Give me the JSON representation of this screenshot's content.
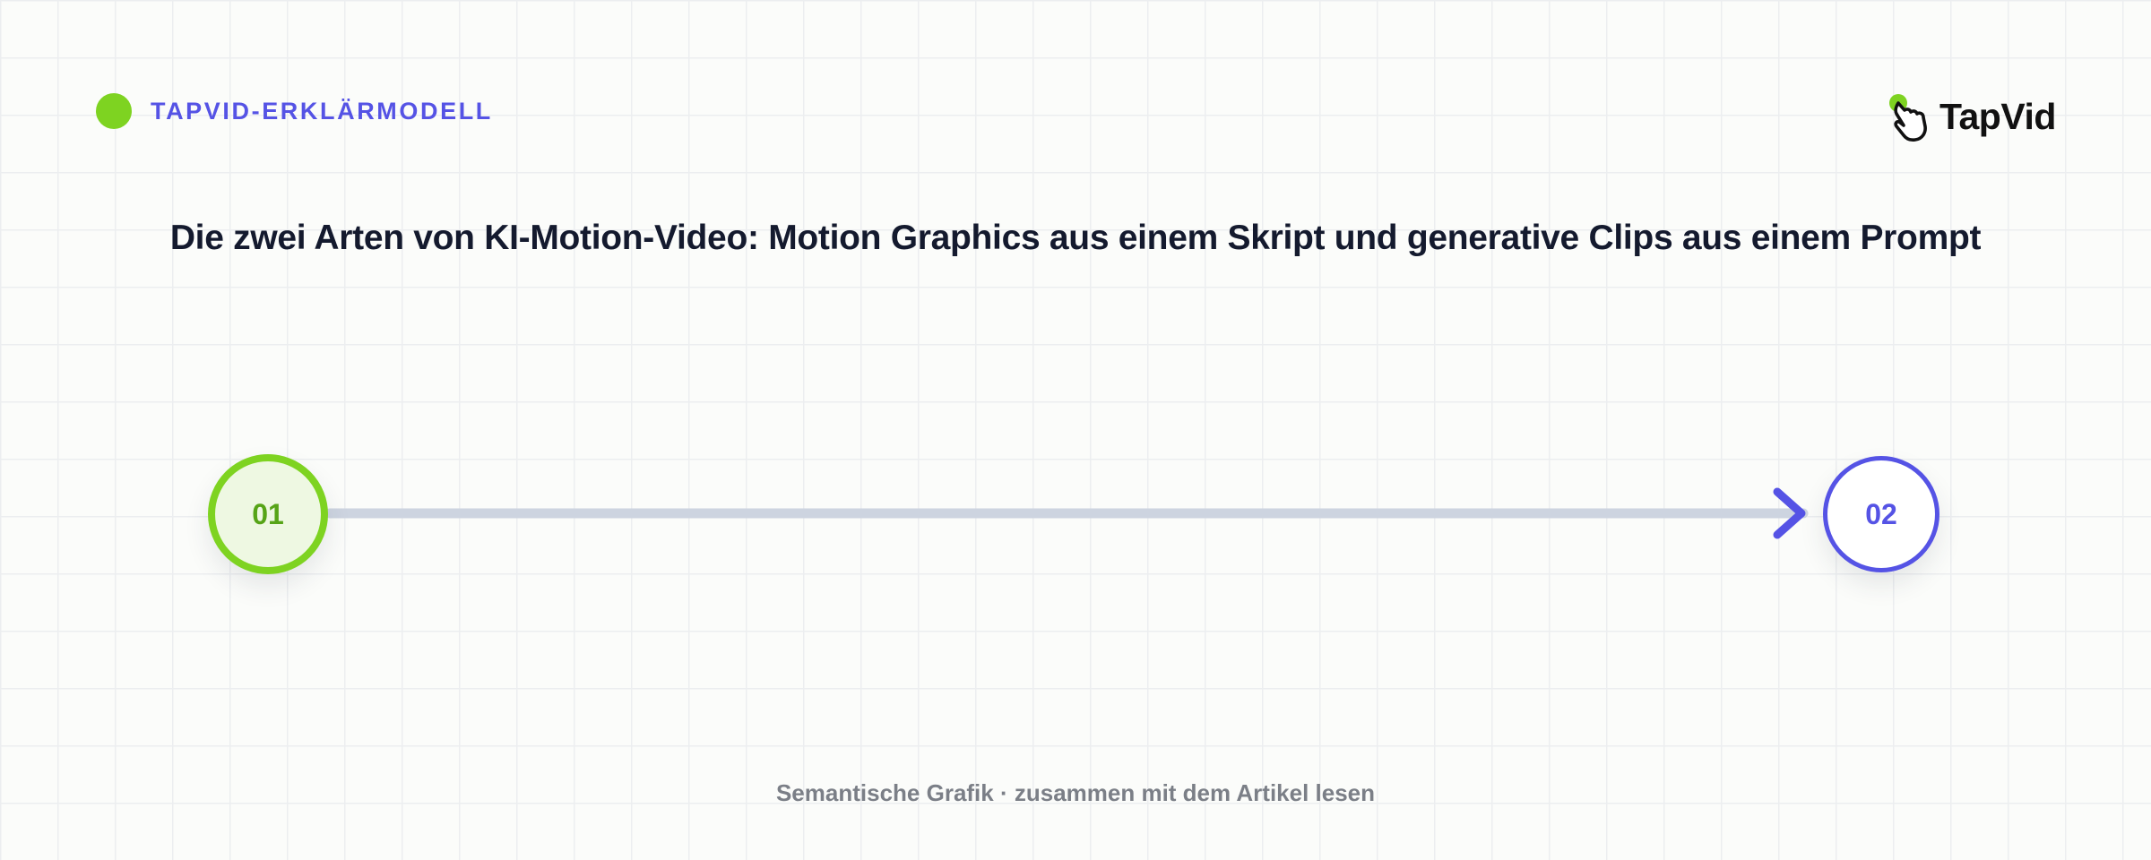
{
  "header": {
    "eyebrow": "TAPVID-ERKLÄRMODELL",
    "logo_text": "TapVid"
  },
  "title": "Die zwei Arten von KI-Motion-Video: Motion Graphics aus einem Skript und generative Clips aus einem Prompt",
  "diagram": {
    "steps": [
      {
        "label": "01",
        "accent": "#7ed321"
      },
      {
        "label": "02",
        "accent": "#5553e5"
      }
    ],
    "connector": {
      "color": "#cdd4e0",
      "arrow_color": "#5553e5"
    }
  },
  "footer": "Semantische Grafik · zusammen mit dem Artikel lesen",
  "colors": {
    "green": "#7ed321",
    "indigo": "#5553e5",
    "title": "#141a2e",
    "muted": "#7b7f87"
  },
  "icons": {
    "eyebrow": "green-dot-icon",
    "logo": "tap-hand-icon"
  }
}
